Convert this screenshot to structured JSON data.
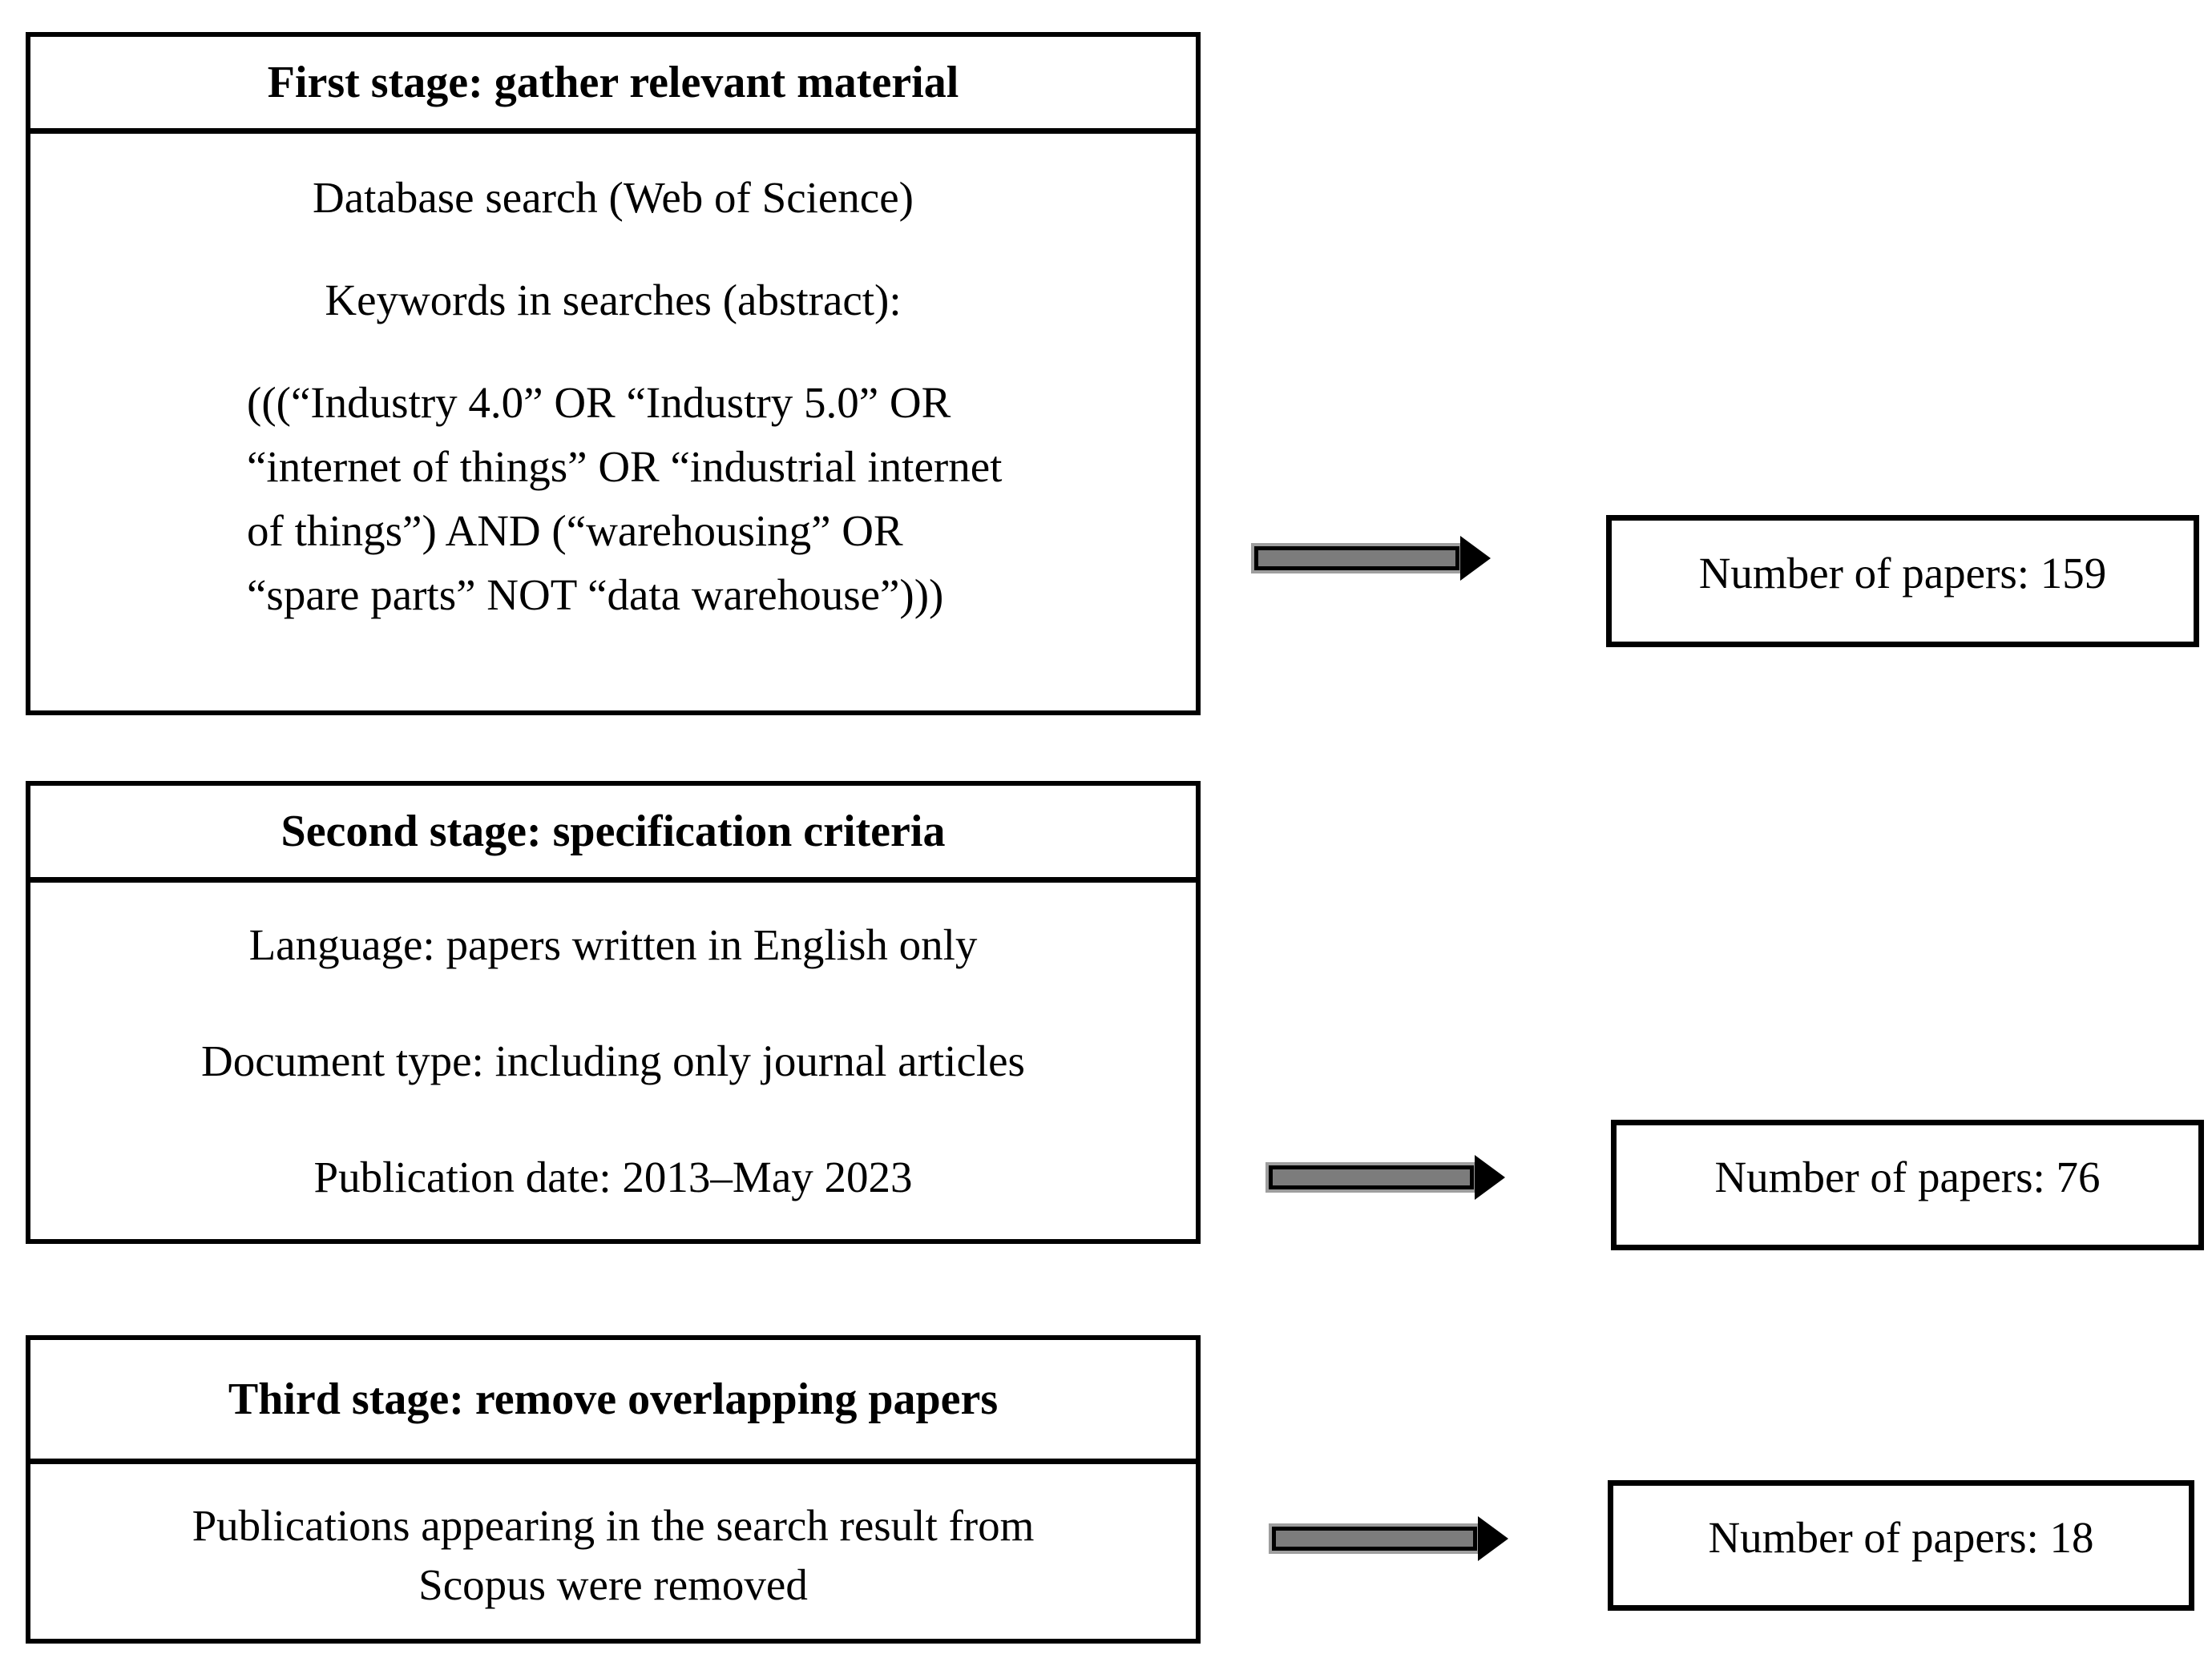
{
  "figure": {
    "stages": [
      {
        "title": "First stage: gather relevant material",
        "paragraphs": {
          "database": "Database search (Web of Science)",
          "keywords": "Keywords in searches (abstract):",
          "query": "(((“Industry 4.0” OR “Industry 5.0” OR\n“internet of things” OR “industrial internet\nof things”) AND (“warehousing” OR\n“spare parts” NOT “data warehouse”)))"
        },
        "result_label": "Number of papers: 159"
      },
      {
        "title": "Second stage: specification criteria",
        "criteria": {
          "language": "Language: papers written in English only",
          "document_type": "Document type: including only journal articles",
          "publication_date": "Publication date: 2013–May 2023"
        },
        "result_label": "Number of papers: 76"
      },
      {
        "title": "Third stage: remove overlapping papers",
        "body": "Publications appearing in the search result from\nScopus were removed",
        "result_label": "Number of papers: 18"
      }
    ],
    "colors": {
      "background": "#ffffff",
      "text": "#000000",
      "box_border": "#000000",
      "arrow_fill": "#7c7c7c",
      "arrow_outline": "#000000",
      "arrow_halo": "#9e9e9e"
    }
  }
}
